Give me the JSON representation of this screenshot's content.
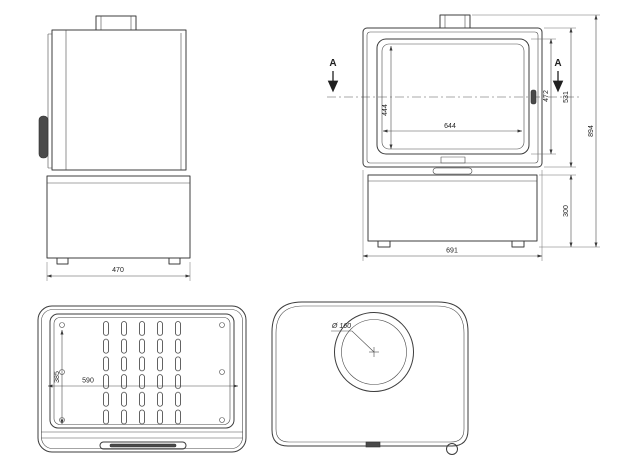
{
  "page": {
    "background": "#ffffff",
    "line_color": "#3c3c3c"
  },
  "views": {
    "side": {
      "dim_depth": "470"
    },
    "front": {
      "section_a_left": "A",
      "section_a_right": "A",
      "dim_glass_inner_height": "444",
      "dim_glass_inner_width": "644",
      "dim_door_height": "472",
      "dim_body_height": "531",
      "dim_total_height": "894",
      "dim_base_height": "300",
      "dim_width": "691"
    },
    "top": {
      "dim_depth_inner": "385",
      "dim_width_inner": "590"
    },
    "plate": {
      "dim_flue_diameter": "Ø 160"
    }
  }
}
